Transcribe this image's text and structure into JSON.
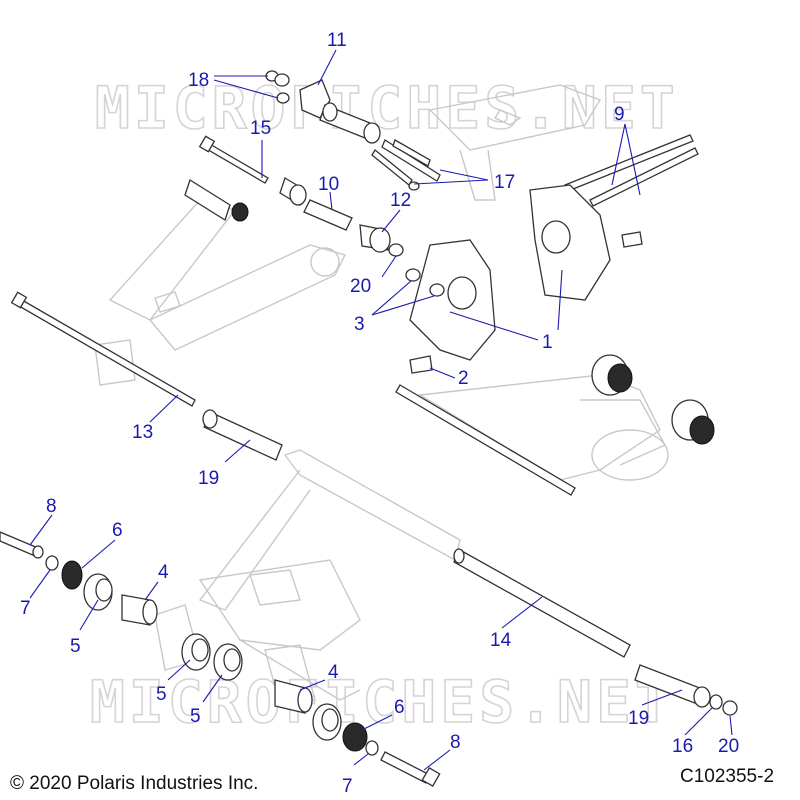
{
  "watermark": "MICROFICHES.NET",
  "copyright": "© 2020 Polaris Industries Inc.",
  "diagram_code": "C102355-2",
  "callouts": [
    "11",
    "18",
    "15",
    "10",
    "17",
    "9",
    "12",
    "20",
    "3",
    "1",
    "2",
    "13",
    "19",
    "8",
    "6",
    "7",
    "4",
    "5",
    "5",
    "5",
    "4",
    "14",
    "6",
    "8",
    "19",
    "16",
    "20",
    "7"
  ],
  "colors": {
    "callout": "#1a1ab0",
    "outline": "#333333",
    "ghost": "#c8c8c8",
    "watermark": "#d4d4d4"
  }
}
